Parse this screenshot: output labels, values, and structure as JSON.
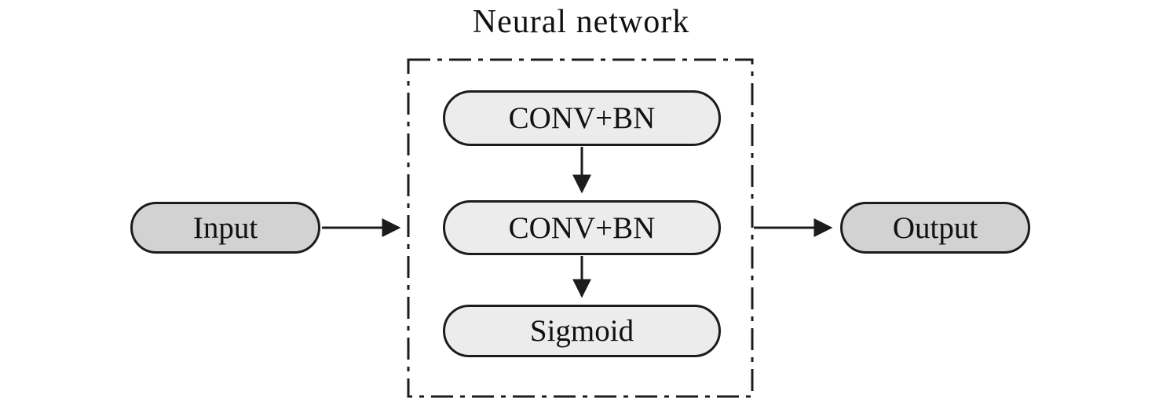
{
  "diagram": {
    "title": "Neural network",
    "nodes": {
      "input": {
        "label": "Input"
      },
      "conv_bn_1": {
        "label": "CONV+BN"
      },
      "conv_bn_2": {
        "label": "CONV+BN"
      },
      "sigmoid": {
        "label": "Sigmoid"
      },
      "output": {
        "label": "Output"
      }
    },
    "colors": {
      "io_fill": "#d2d2d2",
      "layer_fill": "#ececec",
      "stroke": "#1c1c1c",
      "background": "#ffffff"
    }
  }
}
